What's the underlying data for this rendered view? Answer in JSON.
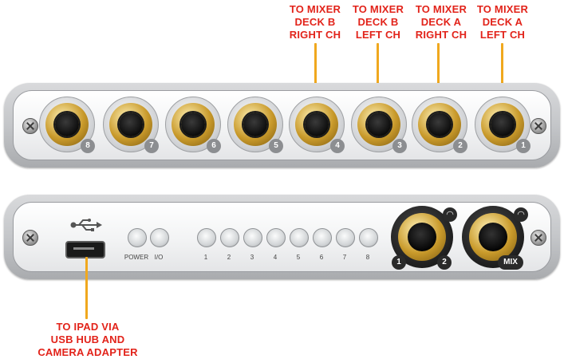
{
  "callouts_top": [
    {
      "lines": [
        "TO MIXER",
        "DECK B",
        "RIGHT CH"
      ]
    },
    {
      "lines": [
        "TO MIXER",
        "DECK B",
        "LEFT CH"
      ]
    },
    {
      "lines": [
        "TO MIXER",
        "DECK A",
        "RIGHT CH"
      ]
    },
    {
      "lines": [
        "TO MIXER",
        "DECK A",
        "LEFT CH"
      ]
    }
  ],
  "callout_bottom": {
    "lines": [
      "TO IPAD VIA",
      "USB HUB AND",
      "CAMERA ADAPTER"
    ]
  },
  "front_panel": {
    "jack_numbers": [
      "8",
      "7",
      "6",
      "5",
      "4",
      "3",
      "2",
      "1"
    ]
  },
  "back_panel": {
    "usb_symbol": "USB",
    "status_leds": [
      "POWER",
      "I/O"
    ],
    "channel_leds": [
      "1",
      "2",
      "3",
      "4",
      "5",
      "6",
      "7",
      "8"
    ],
    "output_jacks": [
      {
        "labels": [
          "1",
          "2"
        ]
      },
      {
        "labels": [
          "MIX"
        ]
      }
    ]
  },
  "colors": {
    "callout": "#e2231a",
    "leader": "#f0a81e"
  }
}
